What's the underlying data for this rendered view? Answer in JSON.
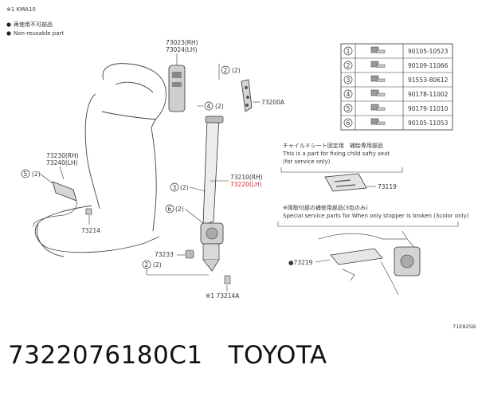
{
  "notes": {
    "kma": "※1 KMA10",
    "reuse_ja": "再使用不可部品",
    "reuse_en": "Non-reusable part"
  },
  "labels": {
    "p73023": "73023(RH)",
    "p73024": "73024(LH)",
    "p73200a": "73200A",
    "p73210": "73210(RH)",
    "p73220": "73220(LH)",
    "p73230": "73230(RH)",
    "p73240": "73240(LH)",
    "p73214": "73214",
    "p73233": "73233",
    "p73214a": "※1 73214A",
    "p73119": "73119",
    "p73219": "●73219",
    "c4a": "(2)",
    "c2a": "(2)",
    "c3": "(2)",
    "c6": "(2)",
    "c2b": "(2)",
    "c5": "(2)",
    "code": "71E825B"
  },
  "callouts": {
    "n4a": "4",
    "n2a": "2",
    "n3": "3",
    "n6": "6",
    "n2b": "2",
    "n5": "5"
  },
  "child_seat": {
    "title_ja": "チャイルドシート固定用　補給専用部品",
    "line1": "This is a part for fixing child safty seat",
    "line2": "(for service only)"
  },
  "special": {
    "title_ja": "※両取付部の補修用部品(3包のみ)",
    "line1": "Special service parts for When only stopper is broken (3color only)"
  },
  "fastener_table": {
    "rows": [
      {
        "num": "1",
        "part": "90105-10523"
      },
      {
        "num": "2",
        "part": "90109-11066"
      },
      {
        "num": "3",
        "part": "91553-80612"
      },
      {
        "num": "4",
        "part": "90178-11002"
      },
      {
        "num": "5",
        "part": "90179-11010"
      },
      {
        "num": "6",
        "part": "90105-11053"
      }
    ]
  },
  "footer": {
    "part_number": "7322076180C1",
    "brand": "TOYOTA"
  },
  "colors": {
    "highlight": "#e0202a",
    "line": "#333333"
  }
}
